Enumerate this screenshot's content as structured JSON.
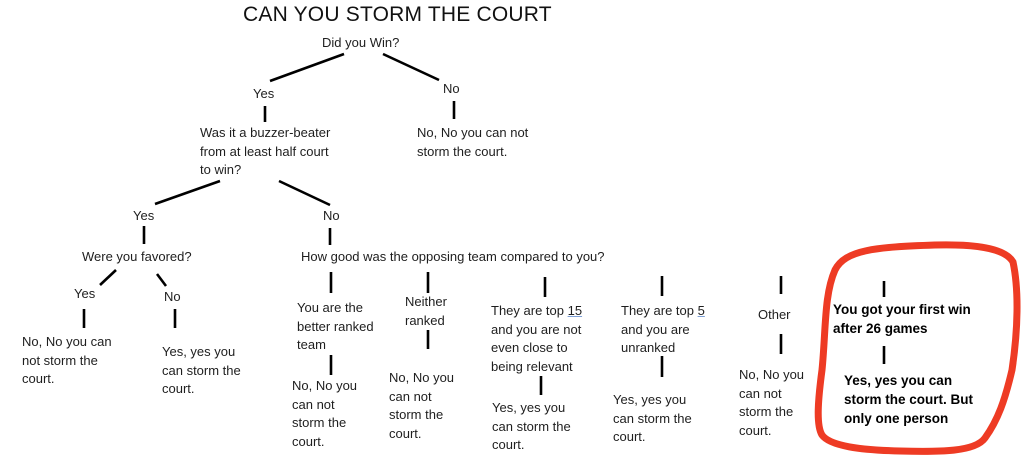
{
  "title": "CAN YOU STORM THE COURT",
  "root": {
    "question": "Did you Win?",
    "yes_label": "Yes",
    "no_label": "No",
    "no_result": [
      "No, No you can not",
      "storm the court."
    ]
  },
  "buzzer": {
    "question": [
      "Was it a buzzer-beater",
      "from at least half court",
      "to win?"
    ],
    "yes_label": "Yes",
    "no_label": "No"
  },
  "favored": {
    "question": "Were you favored?",
    "yes_label": "Yes",
    "no_label": "No",
    "yes_result": [
      "No, No you can",
      "not storm the",
      "court."
    ],
    "no_result": [
      "Yes, yes you",
      "can storm the",
      "court."
    ]
  },
  "opposing": {
    "question": "How good was the opposing team compared to you?",
    "branches": [
      {
        "condition": [
          "You are the",
          "better ranked",
          "team"
        ],
        "result": [
          "No, No you",
          "can not",
          "storm the",
          "court."
        ]
      },
      {
        "condition": [
          "Neither",
          "ranked"
        ],
        "result": [
          "No, No you",
          "can not",
          "storm the",
          "court."
        ]
      },
      {
        "condition": [
          "They are top ",
          "15",
          "and you are not",
          "even close to",
          "being relevant"
        ],
        "result": [
          "Yes, yes you",
          "can storm the",
          "court."
        ]
      },
      {
        "condition": [
          "They are top ",
          "5",
          "and you are",
          "unranked"
        ],
        "result": [
          "Yes, yes you",
          "can storm the",
          "court."
        ]
      },
      {
        "condition": [
          "Other"
        ],
        "result": [
          "No, No you",
          "can not",
          "storm the",
          "court."
        ]
      }
    ]
  },
  "highlight": {
    "condition": [
      "You got your first win",
      "after 26 games"
    ],
    "result": [
      "Yes, yes you can",
      "storm the court. But",
      "only one person"
    ],
    "circle_color": "#EE3B24"
  }
}
